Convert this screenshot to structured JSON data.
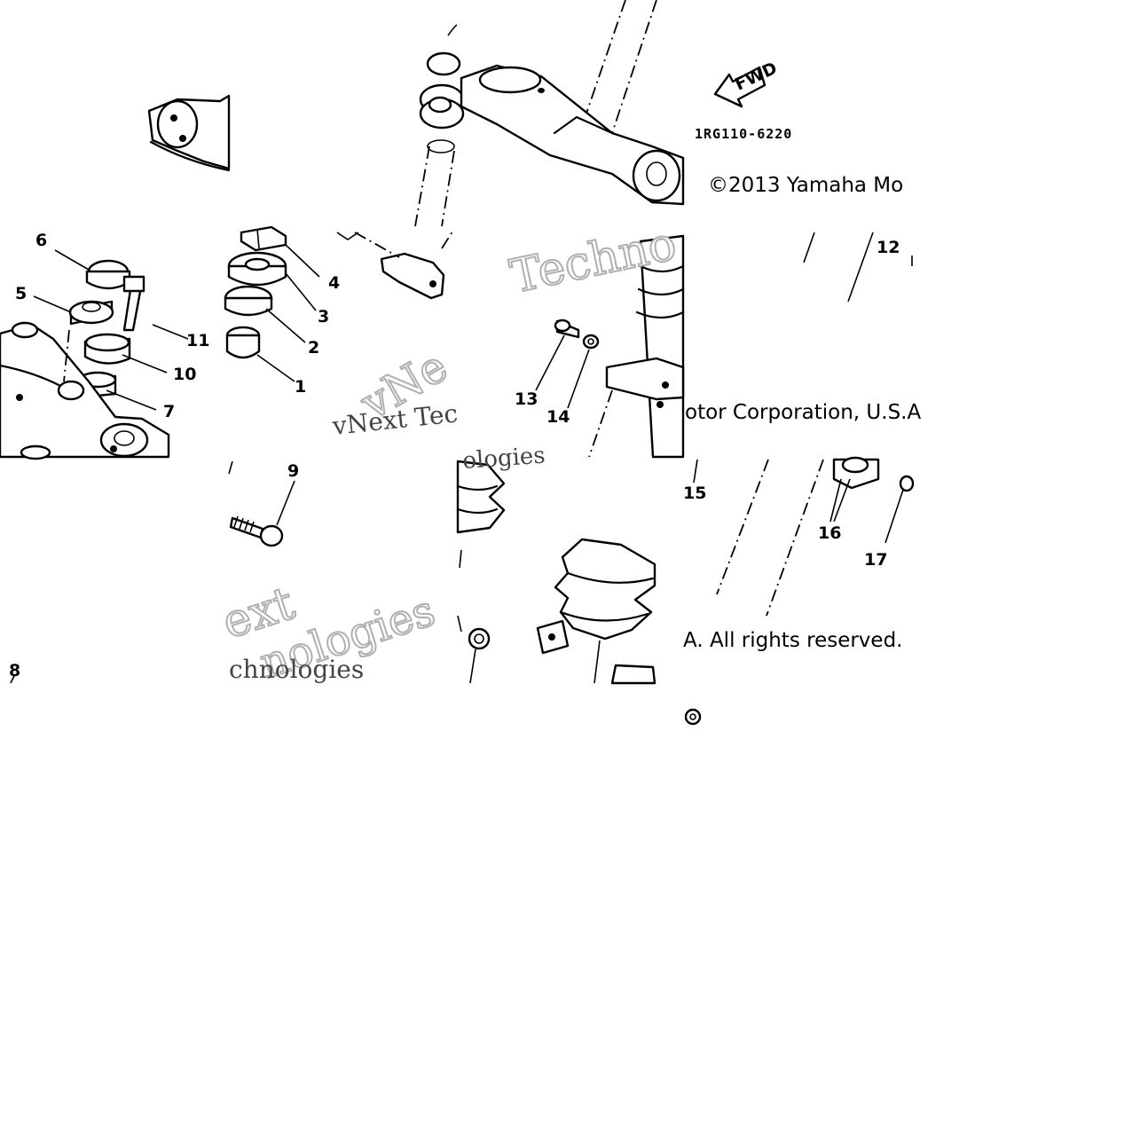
{
  "diagram": {
    "part_code": "1RG110-6220",
    "fwd_label": "FWD",
    "copyright": {
      "line_a": "©2013 Yamaha Mo",
      "line_b": "otor Corporation, U.S.A",
      "line_c": "A. All rights reserved."
    },
    "watermark": {
      "w1": "Techno",
      "w2": "vNext Tec",
      "w3": "vNe",
      "w4": "ologies",
      "w5": "ext",
      "w6": "nologies",
      "w7": "chnologies"
    },
    "callouts": {
      "c1": "1",
      "c2": "2",
      "c3": "3",
      "c4": "4",
      "c5": "5",
      "c6": "6",
      "c7": "7",
      "c8": "8",
      "c9": "9",
      "c10": "10",
      "c11": "11",
      "c12": "12",
      "c13": "13",
      "c14": "14",
      "c15": "15",
      "c16": "16",
      "c17": "17"
    }
  }
}
